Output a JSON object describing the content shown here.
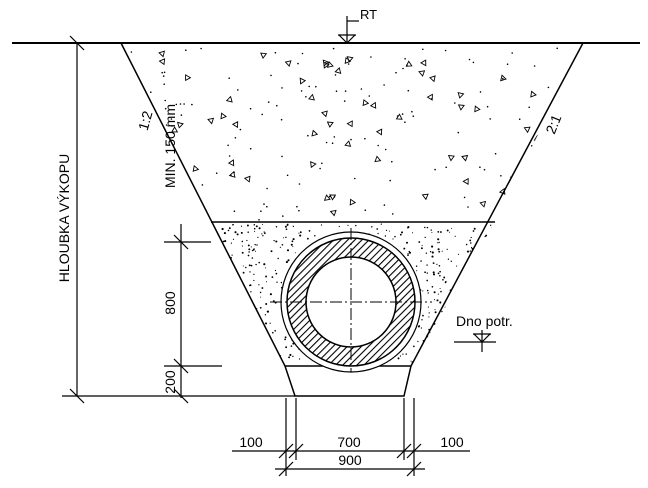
{
  "labels": {
    "terrain": "RT",
    "pipe_bottom": "Dno  potr.",
    "depth": "HLOUBKA VÝKOPU",
    "slope_left": "1:2",
    "slope_right": "2:1",
    "min_cover": "MIN. 150 mm"
  },
  "dimensions": {
    "bedding_zone": "800",
    "base_layer": "200",
    "left_margin": "100",
    "pipe_width": "700",
    "right_margin": "100",
    "bottom_width": "900"
  },
  "colors": {
    "ink": "#000000",
    "background": "#ffffff"
  }
}
